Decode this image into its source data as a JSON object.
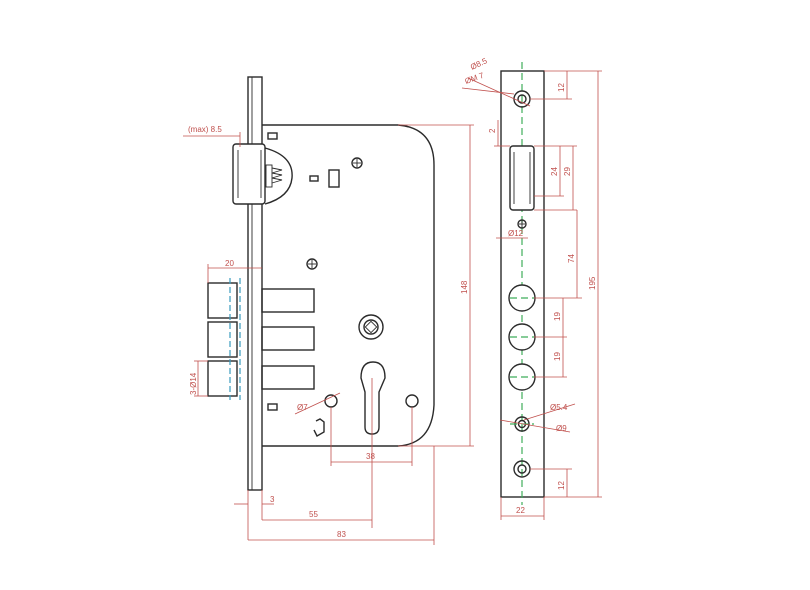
{
  "colors": {
    "outline": "#2b2b2b",
    "dimension": "#c0504d",
    "centerline_green": "#3fae5a",
    "centerline_blue": "#3a9bbf"
  },
  "dimensions": {
    "max_latch": "(max) 8.5",
    "bolt_width": "20",
    "bolt_holes": "3-Ø14",
    "hole_d7_left": "Ø7",
    "cyl_width": "38",
    "face_thickness": "3",
    "backset": "55",
    "case_width": "83",
    "case_height": "148",
    "screw_head": "Ø8.5",
    "screw_thread": "ØM 7",
    "top_offset": "12",
    "latch_offset": "2",
    "latch_h24": "24",
    "latch_h29": "29",
    "hole_d12": "Ø12",
    "spacing_74": "74",
    "spacing_19a": "19",
    "spacing_19b": "19",
    "hole_d54": "Ø5.4",
    "hole_d9": "Ø9",
    "bottom_offset": "12",
    "face_width": "22",
    "total_height": "195"
  }
}
